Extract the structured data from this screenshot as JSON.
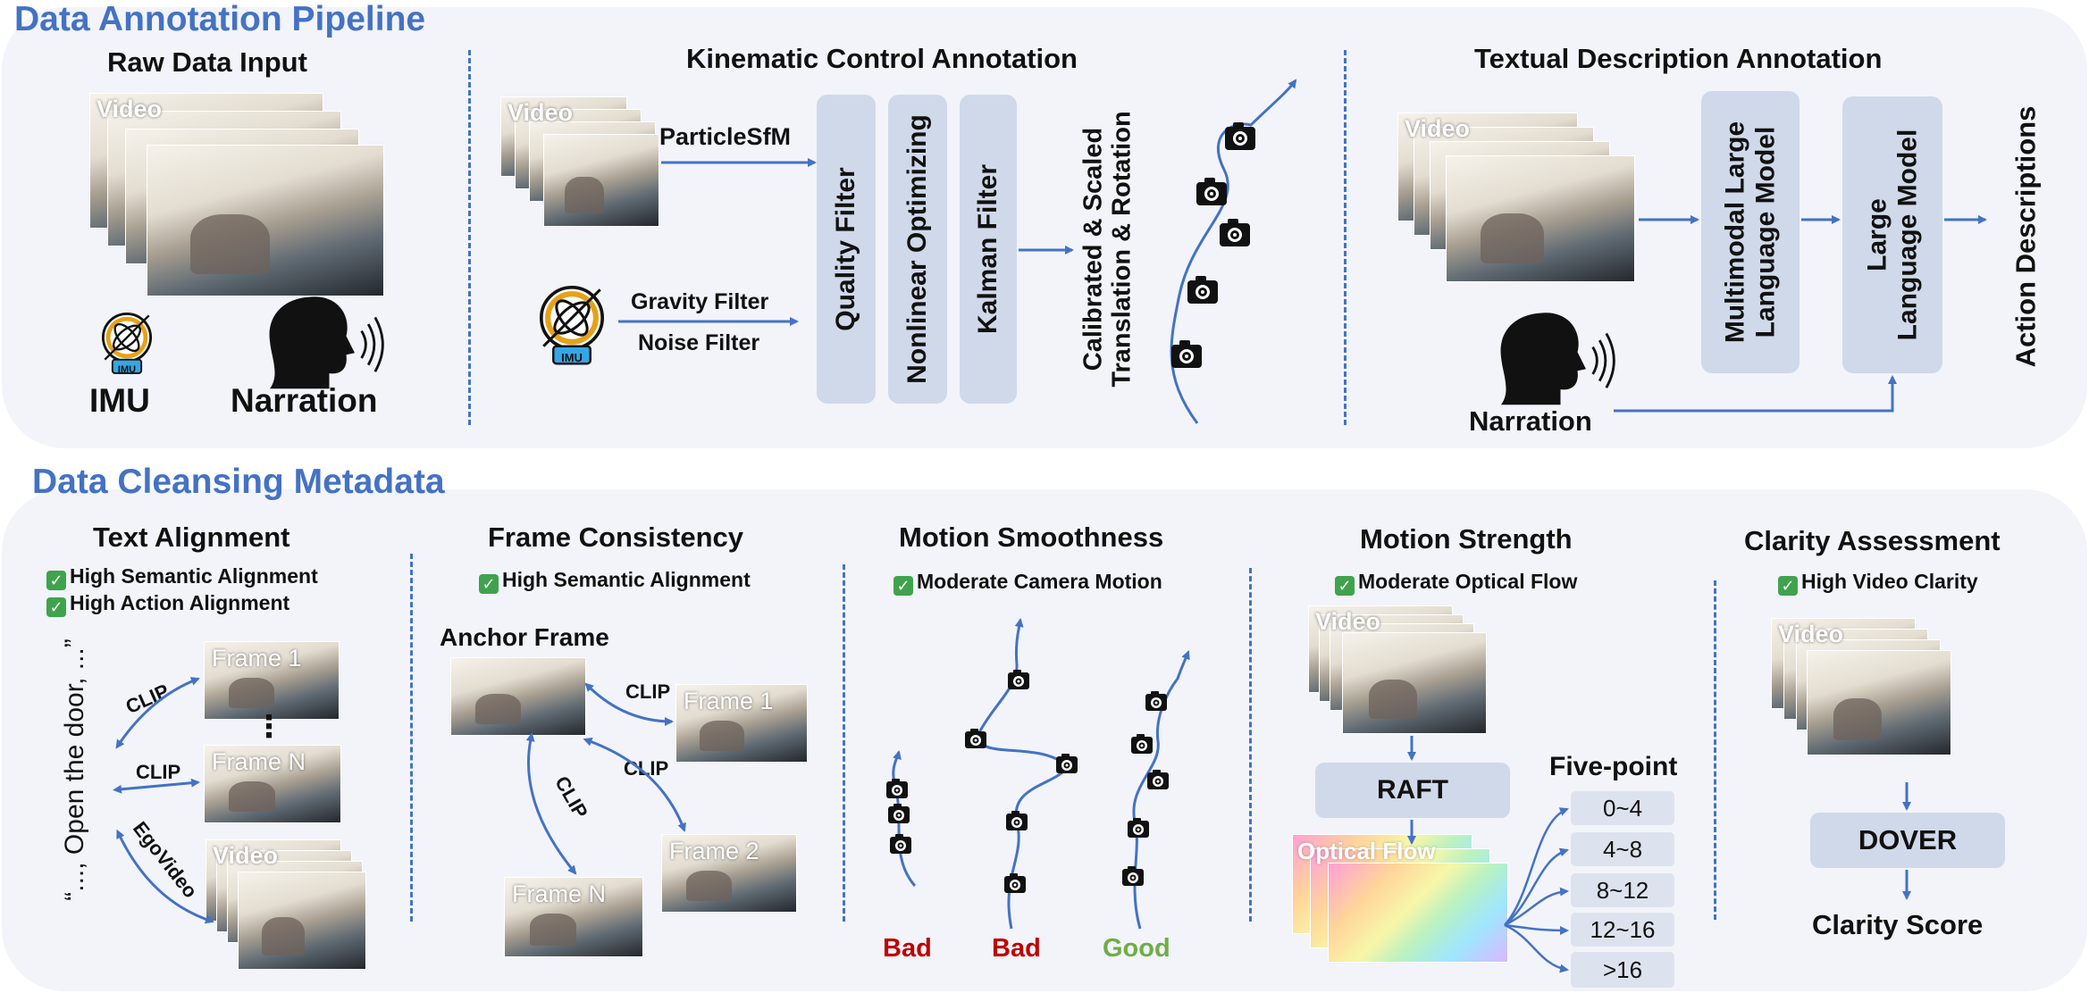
{
  "pipeline": {
    "header": "Data Annotation Pipeline",
    "raw": {
      "title": "Raw Data Input",
      "video": "Video",
      "imu": "IMU",
      "imu_badge": "IMU",
      "narration": "Narration"
    },
    "kinematic": {
      "title": "Kinematic Control Annotation",
      "video": "Video",
      "particle": "ParticleSfM",
      "gravity": "Gravity Filter",
      "noise": "Noise Filter",
      "imu_badge": "IMU",
      "quality": "Quality Filter",
      "nonlinear": "Nonlinear Optimizing",
      "kalman": "Kalman Filter",
      "calibrated_line1": "Calibrated & Scaled",
      "calibrated_line2": "Translation & Rotation"
    },
    "textual": {
      "title": "Textual Description Annotation",
      "video": "Video",
      "narration": "Narration",
      "mllm_line1": "Multimodal Large",
      "mllm_line2": "Language Model",
      "llm_line1": "Large",
      "llm_line2": "Language Model",
      "action": "Action Descriptions"
    }
  },
  "cleansing": {
    "header": "Data Cleansing Metadata",
    "text_alignment": {
      "title": "Text Alignment",
      "checks": [
        "High Semantic Alignment",
        "High Action Alignment"
      ],
      "quote": "“..., Open the door, ...”",
      "clip1": "CLIP",
      "clip2": "CLIP",
      "egovideo": "EgoVideo",
      "frame1": "Frame 1",
      "frameN": "Frame N",
      "video": "Video",
      "dots": "⋮"
    },
    "frame_consistency": {
      "title": "Frame Consistency",
      "check": "High Semantic Alignment",
      "anchor": "Anchor Frame",
      "clip_a": "CLIP",
      "clip_b": "CLIP",
      "clip_c": "CLIP",
      "frame1": "Frame 1",
      "frame2": "Frame 2",
      "frameN": "Frame N"
    },
    "motion_smoothness": {
      "title": "Motion Smoothness",
      "check": "Moderate Camera Motion",
      "labels": [
        {
          "text": "Bad",
          "color": "#c00000"
        },
        {
          "text": "Bad",
          "color": "#c00000"
        },
        {
          "text": "Good",
          "color": "#70ad47"
        }
      ]
    },
    "motion_strength": {
      "title": "Motion Strength",
      "check": "Moderate Optical Flow",
      "video": "Video",
      "raft": "RAFT",
      "optical": "Optical Flow",
      "five_point": "Five-point",
      "bins": [
        "0~4",
        "4~8",
        "8~12",
        "12~16",
        ">16"
      ]
    },
    "clarity": {
      "title": "Clarity Assessment",
      "check": "High Video Clarity",
      "video": "Video",
      "dover": "DOVER",
      "score": "Clarity Score"
    }
  },
  "colors": {
    "accent": "#4472c4",
    "panel": "#f2f4f9",
    "box": "#cfd9ea",
    "check": "#3fa34d",
    "bad": "#c00000",
    "good": "#70ad47"
  },
  "icons": [
    "imu-icon",
    "narration-head-icon",
    "camera-icon",
    "check-icon",
    "arrow-icon"
  ]
}
